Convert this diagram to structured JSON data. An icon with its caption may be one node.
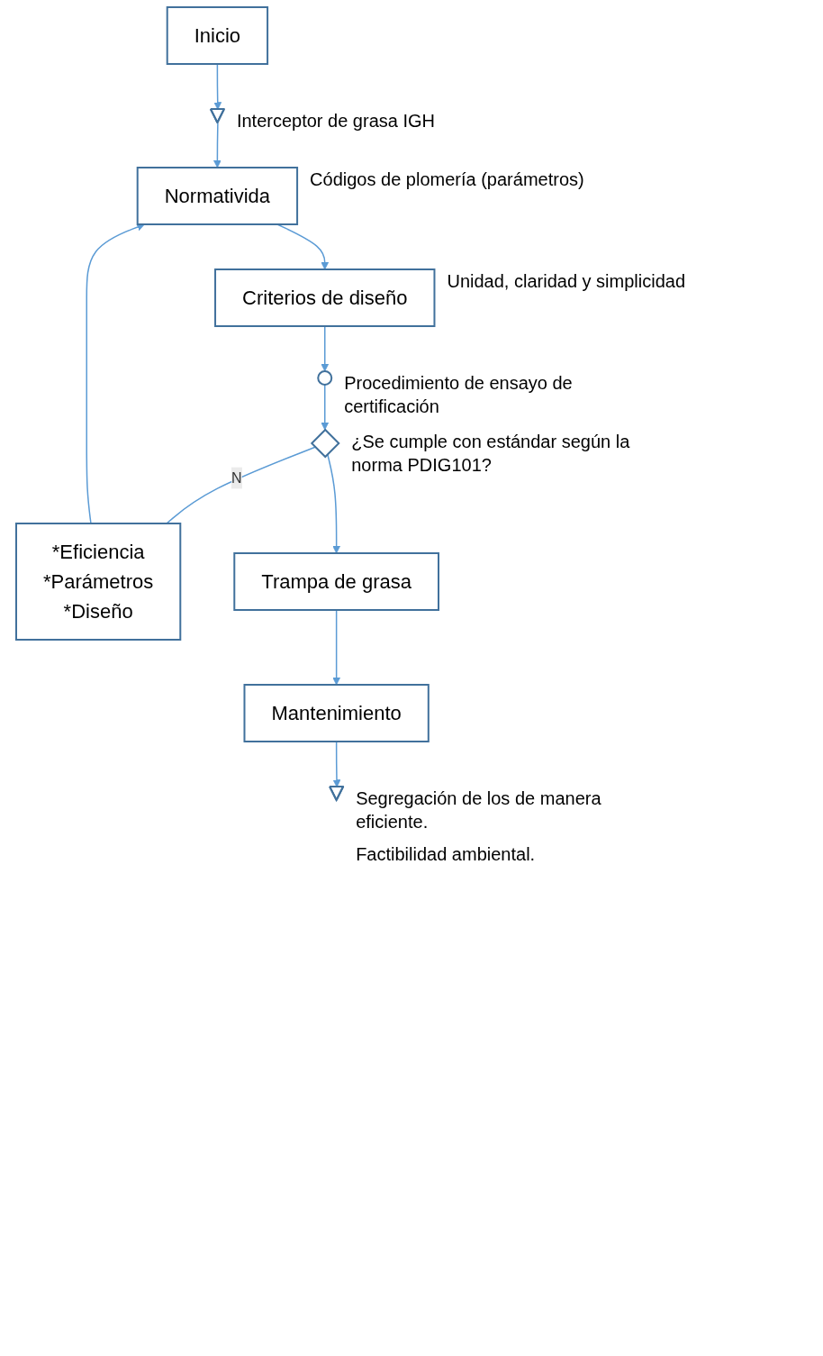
{
  "diagram": {
    "nodes": [
      {
        "text": [
          "Inicio"
        ]
      },
      {
        "text": [],
        "shape": "triangle",
        "beside": [
          "Interceptor de grasa IGH"
        ]
      },
      {
        "text": [
          "*Eficiencia",
          "*Parámetros",
          "*Diseño"
        ]
      },
      {
        "text": [
          "Normativida"
        ],
        "beside": [
          "Códigos de plomería (parámetros)"
        ]
      },
      {
        "text": [
          "Criterios de diseño"
        ],
        "beside": [
          "Unidad, claridad y simplicidad"
        ]
      },
      {
        "text": [],
        "shape": "circle",
        "beside": [
          "Procedimiento de ensayo de certificación"
        ]
      },
      {
        "text": [],
        "shape": "diamond",
        "beside": [
          "¿Se cumple con estándar según la norma PDIG101?"
        ]
      },
      {
        "text": [
          "Trampa de grasa"
        ]
      },
      {
        "text": [
          "Mantenimiento"
        ]
      },
      {
        "text": [],
        "shape": "triangle",
        "beside": [
          "Segregación de los de manera eficiente.",
          "Factibilidad ambiental."
        ]
      }
    ],
    "edges": [
      {
        "from": 0,
        "to": 1,
        "arrow": "to"
      },
      {
        "from": 1,
        "to": 3,
        "arrow": "to"
      },
      {
        "from": 2,
        "to": 3,
        "arrow": "to"
      },
      {
        "from": 3,
        "to": 4,
        "arrow": "to"
      },
      {
        "from": 4,
        "to": 5,
        "arrow": "to"
      },
      {
        "from": 5,
        "to": 6,
        "arrow": "to"
      },
      {
        "from": 6,
        "to": 2,
        "arrow": "none",
        "label": "N"
      },
      {
        "from": 6,
        "to": 7,
        "arrow": "to"
      },
      {
        "from": 7,
        "to": 8,
        "arrow": "to"
      },
      {
        "from": 8,
        "to": 9,
        "arrow": "to"
      }
    ]
  }
}
